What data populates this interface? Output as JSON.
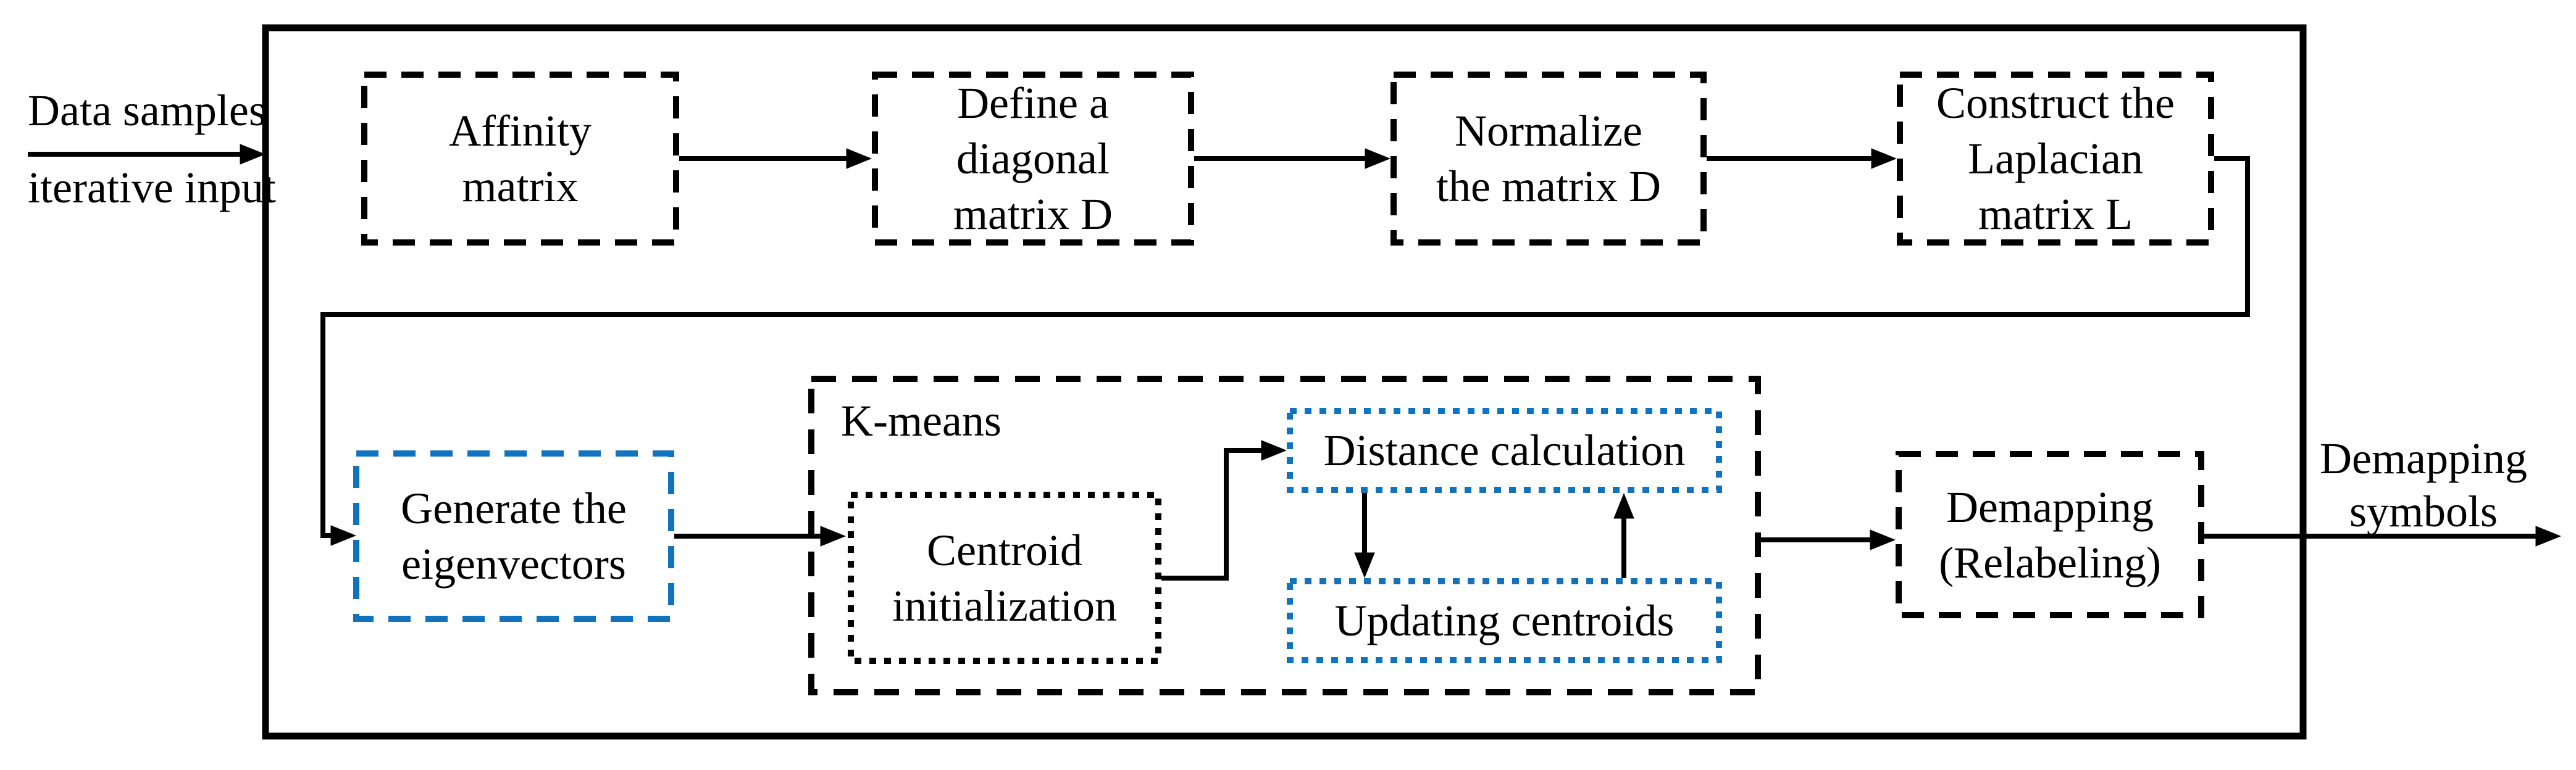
{
  "diagram": {
    "colors": {
      "ink": "#000000",
      "blue": "#1172BE",
      "background": "#ffffff"
    },
    "input_label": {
      "line1": "Data samples",
      "line2": "iterative input"
    },
    "output_label": {
      "line1": "Demapping",
      "line2": "symbols"
    },
    "kmeans_group_label": "K-means",
    "boxes": {
      "affinity": {
        "line1": "Affinity",
        "line2": "matrix"
      },
      "define_diagonal": {
        "line1": "Define a",
        "line2": "diagonal",
        "line3": "matrix D"
      },
      "normalize": {
        "line1": "Normalize",
        "line2": "the matrix D"
      },
      "laplacian": {
        "line1": "Construct the",
        "line2": "Laplacian",
        "line3": "matrix L"
      },
      "eigenvectors": {
        "line1": "Generate the",
        "line2": "eigenvectors"
      },
      "centroid_init": {
        "line1": "Centroid",
        "line2": "initialization"
      },
      "distance_calc": {
        "line1": "Distance calculation"
      },
      "updating_centroids": {
        "line1": "Updating centroids"
      },
      "demapping": {
        "line1": "Demapping",
        "line2": "(Relabeling)"
      }
    }
  }
}
